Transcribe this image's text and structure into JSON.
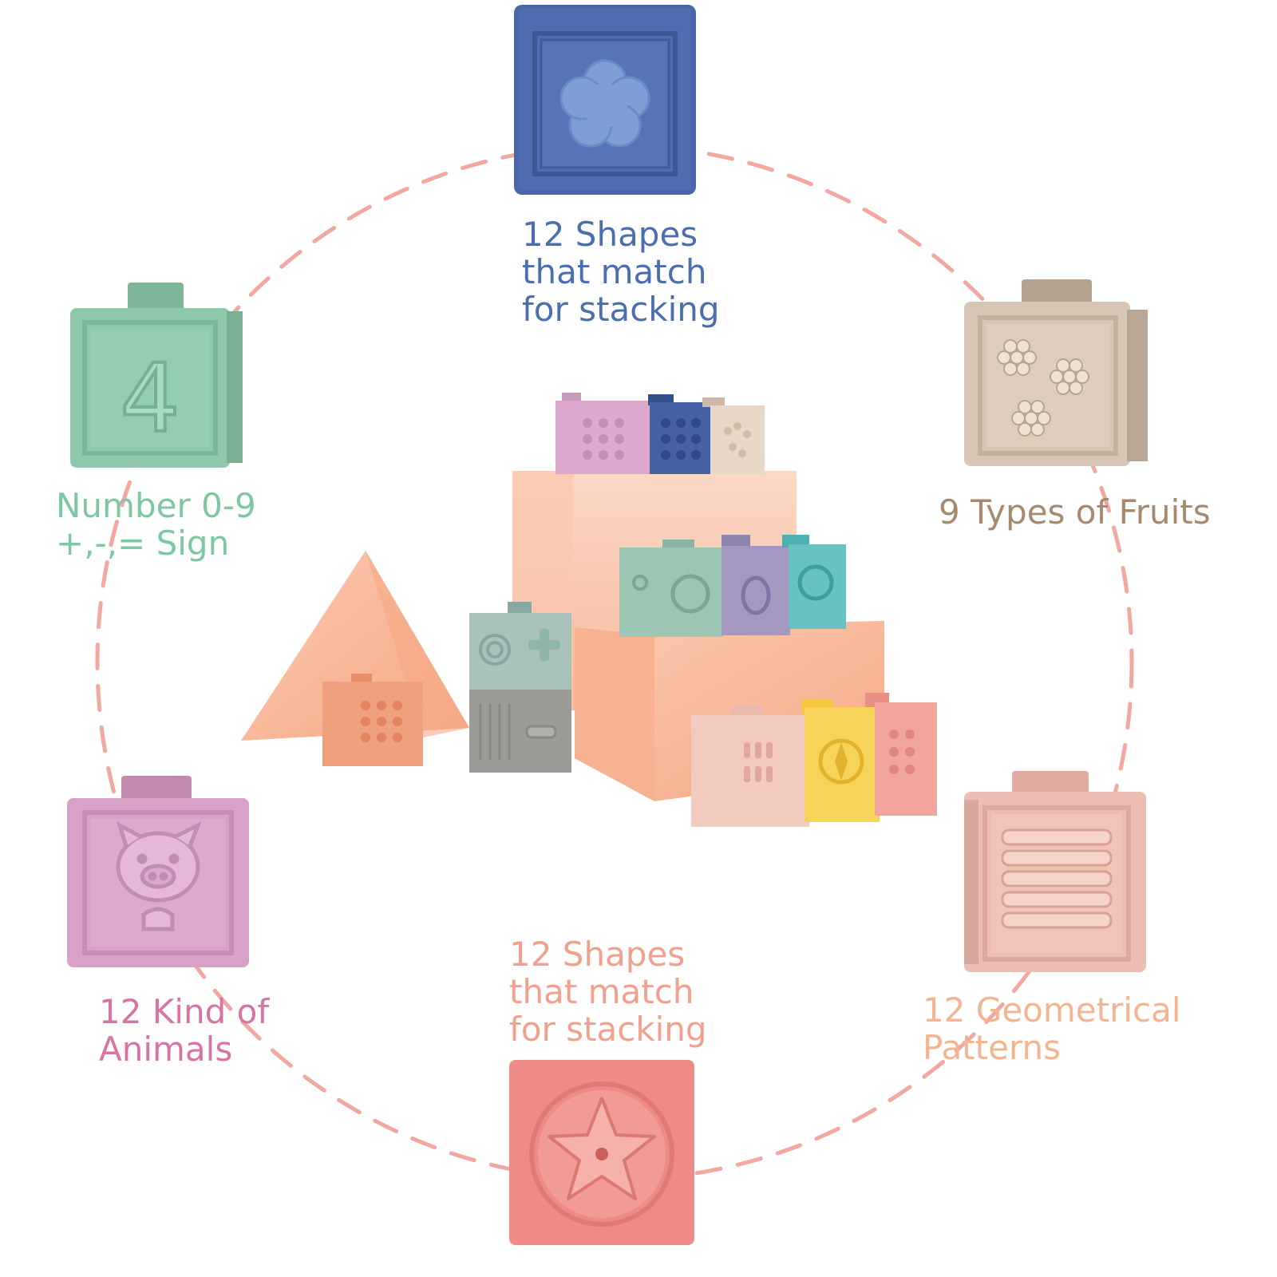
{
  "colors": {
    "ring": "#f2a7a0",
    "blue": "#4b6fae",
    "green": "#7cc8a0",
    "tan": "#a68a6d",
    "pink": "#d774a4",
    "salmon": "#f0a08d",
    "peach": "#f4b48f",
    "block_blue": "#4a66a8",
    "block_green": "#8fc8ab",
    "block_tan": "#d7c6b5",
    "block_pink": "#d7a2c6",
    "block_salmon": "#ee8b86",
    "block_rose": "#ebbdb3"
  },
  "features": {
    "top": {
      "lines": [
        "12 Shapes",
        "that match",
        "for stacking"
      ],
      "icon": "flower-shape-icon"
    },
    "top_left": {
      "lines": [
        "Number 0-9",
        "+,-,= Sign"
      ],
      "icon": "number-four-icon"
    },
    "top_right": {
      "lines": [
        "9 Types of Fruits"
      ],
      "icon": "grapes-icon"
    },
    "bottom_left": {
      "lines": [
        "12 Kind of",
        "Animals"
      ],
      "icon": "pig-icon"
    },
    "bottom": {
      "lines": [
        "12 Shapes",
        "that match",
        "for stacking"
      ],
      "icon": "star-shape-icon"
    },
    "bottom_right": {
      "lines": [
        "12 Geometrical",
        "Patterns"
      ],
      "icon": "stripes-pattern-icon"
    }
  }
}
